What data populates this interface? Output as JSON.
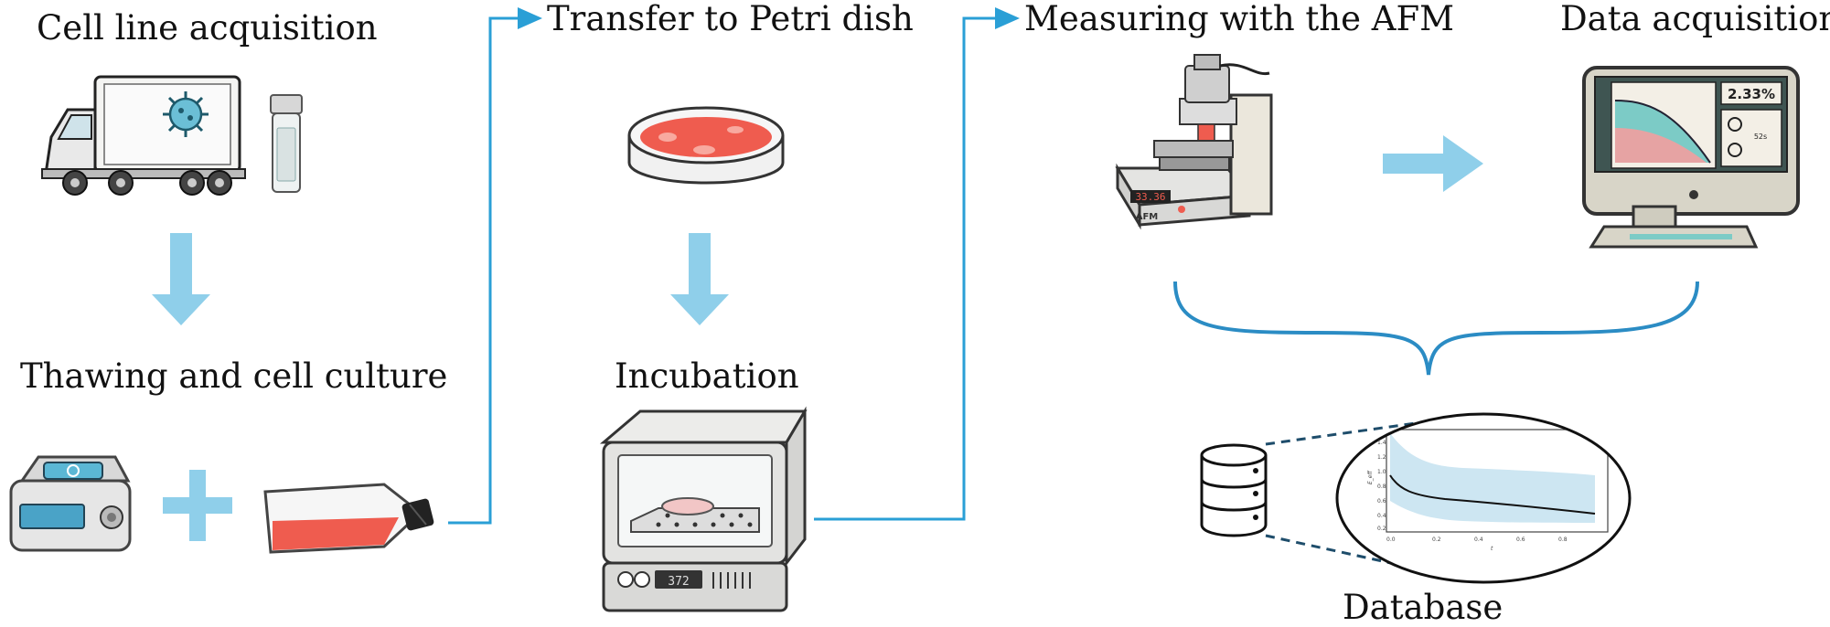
{
  "labels": {
    "cell_line_acquisition": "Cell line acquisition",
    "thawing_cell_culture": "Thawing and cell culture",
    "transfer_petri": "Transfer to Petri dish",
    "incubation": "Incubation",
    "measuring_afm": "Measuring with the AFM",
    "data_acquisition": "Data acquisition",
    "database": "Database"
  },
  "device_text": {
    "afm_display": "33.36",
    "afm_label": "AFM",
    "monitor_value": "2.33%",
    "monitor_side": "52s",
    "incubator_display": "372"
  },
  "inset_plot": {
    "y_ticks": [
      "1.4",
      "1.2",
      "1.0",
      "0.8",
      "0.6",
      "0.4",
      "0.2"
    ],
    "x_ticks": [
      "0.0",
      "0.2",
      "0.4",
      "0.6",
      "0.8"
    ],
    "y_label": "E_eff",
    "x_label": "t"
  },
  "colors": {
    "flow_arrow": "#8fcfea",
    "connector": "#2a9fd6",
    "bracket": "#2b8cc4",
    "dish_red": "#ee5a4f"
  }
}
